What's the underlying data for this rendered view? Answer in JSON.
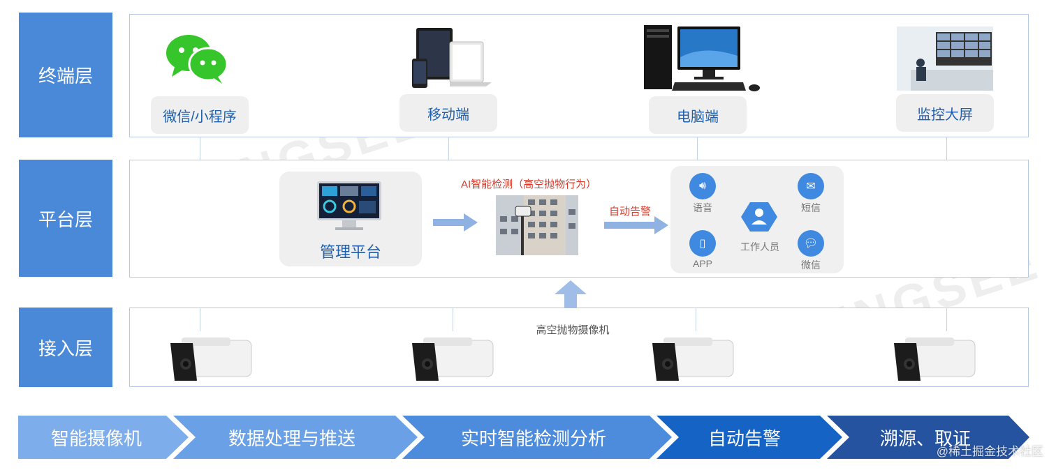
{
  "layers": {
    "terminal": "终端层",
    "platform": "平台层",
    "access": "接入层"
  },
  "terminal_items": [
    {
      "label": "微信/小程序",
      "icon": "wechat-icon"
    },
    {
      "label": "移动端",
      "icon": "mobile-devices-icon"
    },
    {
      "label": "电脑端",
      "icon": "desktop-computer-icon"
    },
    {
      "label": "监控大屏",
      "icon": "monitoring-room-icon"
    }
  ],
  "platform": {
    "management_label": "管理平台",
    "ai_detection_label": "AI智能检测（高空抛物行为）",
    "auto_alarm_label": "自动告警",
    "alert_channels": {
      "voice": "语音",
      "sms": "短信",
      "app": "APP",
      "wechat": "微信",
      "staff": "工作人员"
    }
  },
  "access": {
    "camera_label": "高空抛物摄像机",
    "camera_count_icons": [
      "camera-icon",
      "camera-icon",
      "camera-icon",
      "camera-icon"
    ]
  },
  "watermark": "TSINGSEE",
  "flow_steps": [
    {
      "label": "智能摄像机",
      "color": "#7eadec"
    },
    {
      "label": "数据处理与推送",
      "color": "#6aa0e6"
    },
    {
      "label": "实时智能检测分析",
      "color": "#4d8bdc"
    },
    {
      "label": "自动告警",
      "color": "#1563c4"
    },
    {
      "label": "溯源、取证",
      "color": "#2653a0"
    }
  ],
  "credit": "@稀土掘金技术社区",
  "colors": {
    "accent": "#4a88d8",
    "text_blue": "#1f5fae",
    "alert_red": "#d63a2a"
  }
}
